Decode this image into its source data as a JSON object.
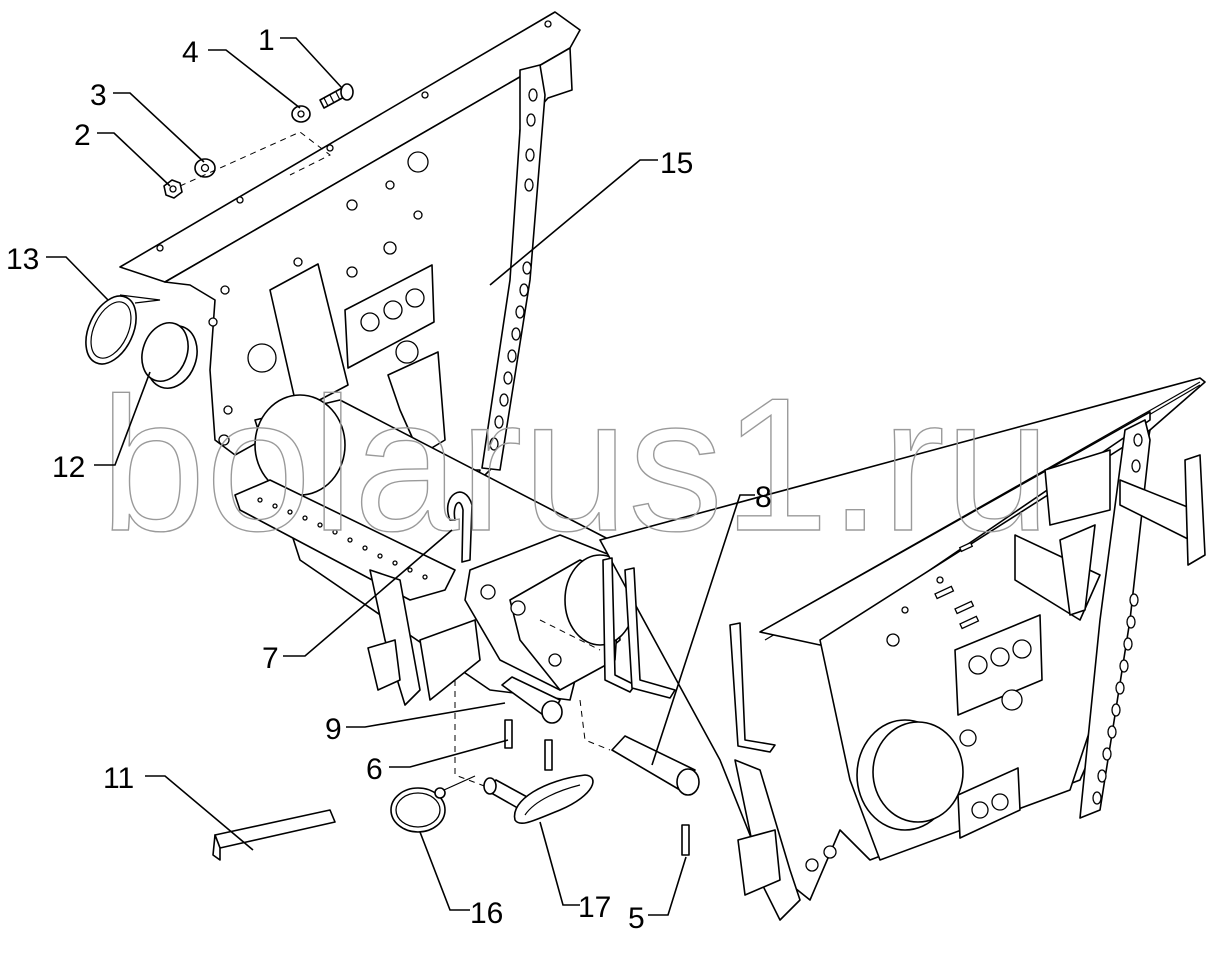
{
  "watermark": "bolarus1.ru",
  "callouts": {
    "c1": "1",
    "c2": "2",
    "c3": "3",
    "c4": "4",
    "c5": "5",
    "c6": "6",
    "c7": "7",
    "c8": "8",
    "c9": "9",
    "c11": "11",
    "c12": "12",
    "c13": "13",
    "c15": "15",
    "c16": "16",
    "c17": "17"
  }
}
